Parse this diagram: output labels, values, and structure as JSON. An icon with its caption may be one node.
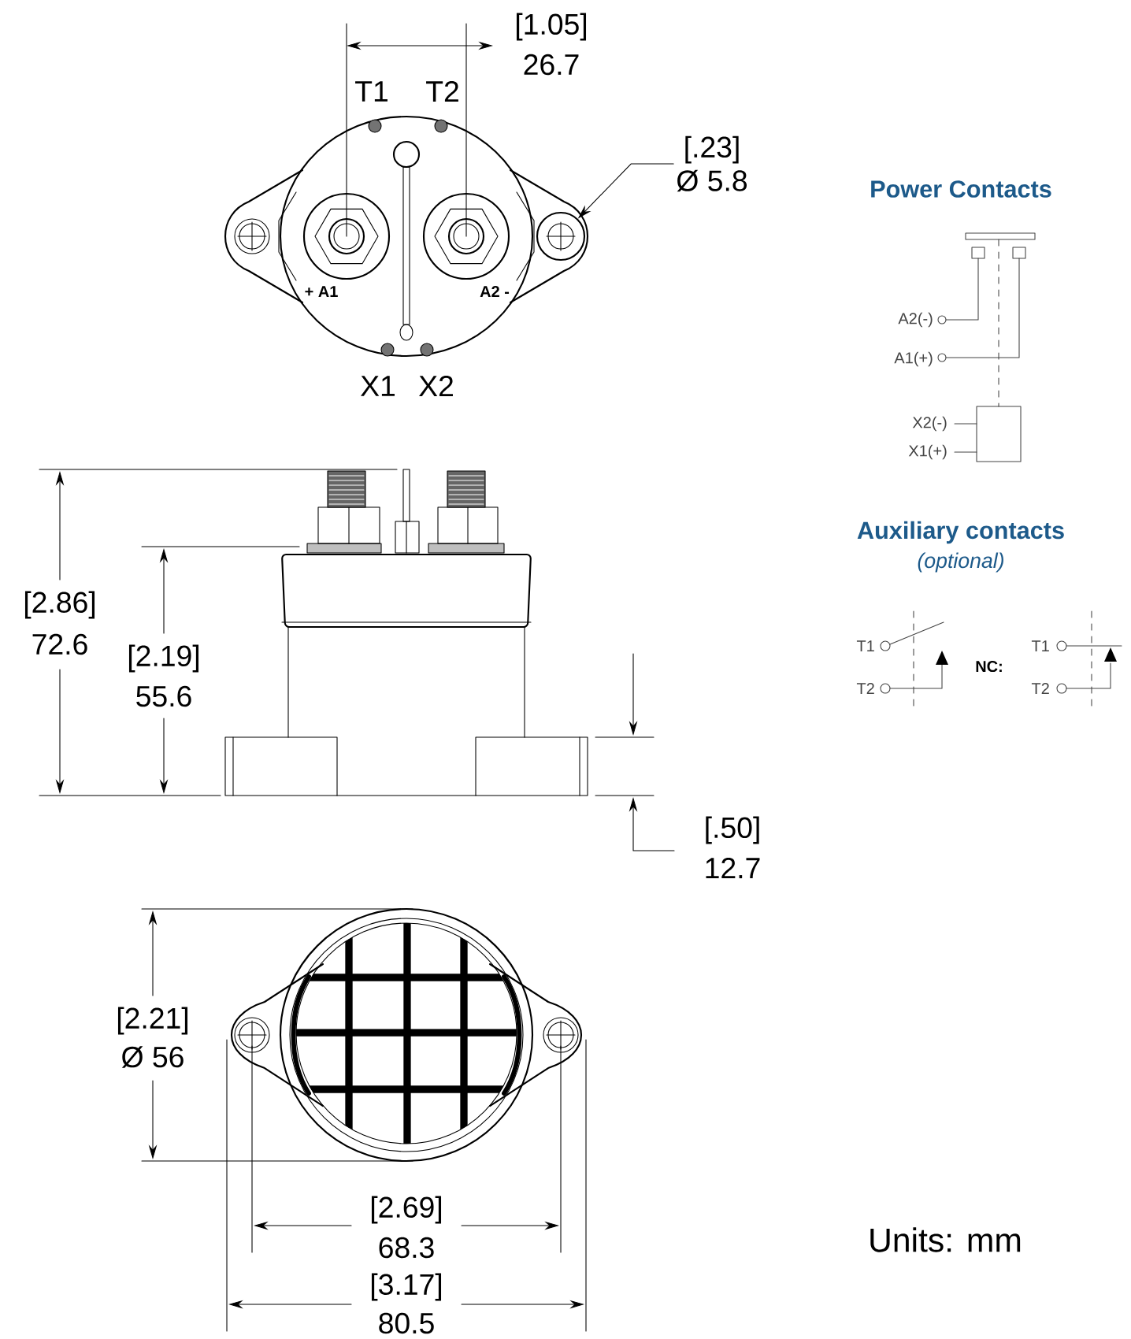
{
  "diagram": {
    "nodes": [
      {
        "text": [
          "[.23]",
          "Ø 5.8"
        ]
      },
      {
        "text": [],
        "shape": "circle"
      }
    ],
    "edges": [
      {
        "from": 0,
        "to": 1,
        "arrow": "to"
      }
    ],
    "labels": [
      "[1.05]",
      "26.7",
      "T1",
      "T2",
      "+ A1",
      "A2 -",
      "X1",
      "X2",
      "Power Contacts",
      "A2(-)",
      "A1(+)",
      "X2(-)",
      "X1(+)",
      "[2.86]",
      "72.6",
      "[2.19]",
      "55.6",
      "Auxiliary contacts",
      "(optional)",
      "T1",
      "T2",
      "NC:",
      "T1",
      "T2",
      "[.50]",
      "12.7",
      "[2.21]",
      "Ø 56",
      "[2.69]",
      "68.3",
      "[3.17]",
      "80.5",
      "Units: mm"
    ]
  }
}
